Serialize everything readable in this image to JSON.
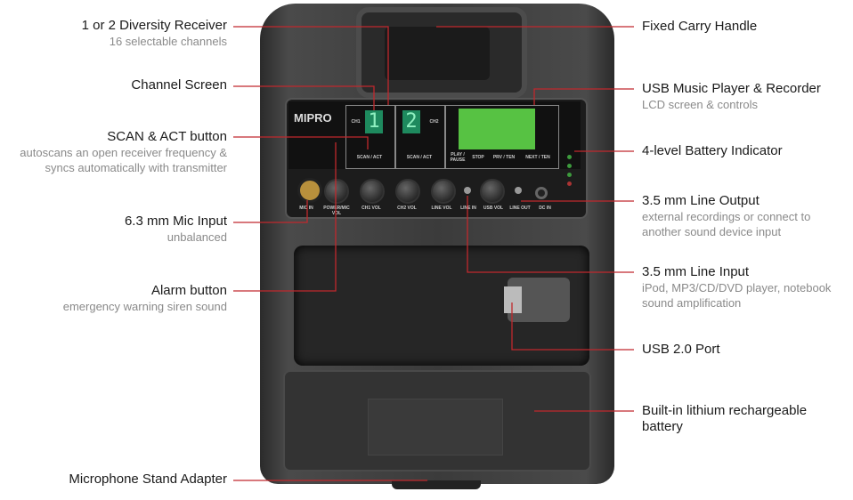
{
  "device": {
    "brand_logo": "MIPRO",
    "ch1_label": "CH1",
    "ch2_label": "CH2",
    "ch1_display": "1",
    "ch2_display": "2",
    "panel_labels": [
      "SCAN / ACT",
      "SCAN / ACT",
      "PLAY / PAUSE",
      "STOP",
      "PRV / TEN",
      "NEXT / TEN",
      "MIC IN",
      "POWER/MIC VOL",
      "CH1 VOL",
      "CH2 VOL",
      "LINE VOL",
      "LINE IN",
      "USB VOL",
      "LINE OUT",
      "DC IN"
    ]
  },
  "left_callouts": [
    {
      "title": "1 or 2 Diversity Receiver",
      "sub": "16 selectable channels"
    },
    {
      "title": "Channel Screen"
    },
    {
      "title": "SCAN & ACT button",
      "sub1": "autoscans an open receiver frequency &",
      "sub2": "syncs automatically with transmitter"
    },
    {
      "title": "6.3 mm Mic Input",
      "sub": "unbalanced"
    },
    {
      "title": "Alarm button",
      "sub": "emergency warning siren sound"
    },
    {
      "title": "Microphone Stand Adapter"
    }
  ],
  "right_callouts": [
    {
      "title": "Fixed Carry Handle"
    },
    {
      "title": "USB Music Player & Recorder",
      "sub": "LCD screen & controls"
    },
    {
      "title": "4-level Battery Indicator"
    },
    {
      "title": "3.5 mm Line Output",
      "sub1": "external recordings or connect to",
      "sub2": "another sound device input"
    },
    {
      "title": "3.5 mm Line Input",
      "sub1": "iPod, MP3/CD/DVD player, notebook",
      "sub2": "sound amplification"
    },
    {
      "title": "USB 2.0 Port"
    },
    {
      "title": "Built-in lithium rechargeable",
      "sub": "battery"
    }
  ],
  "colors": {
    "leader": "#c0282d"
  }
}
